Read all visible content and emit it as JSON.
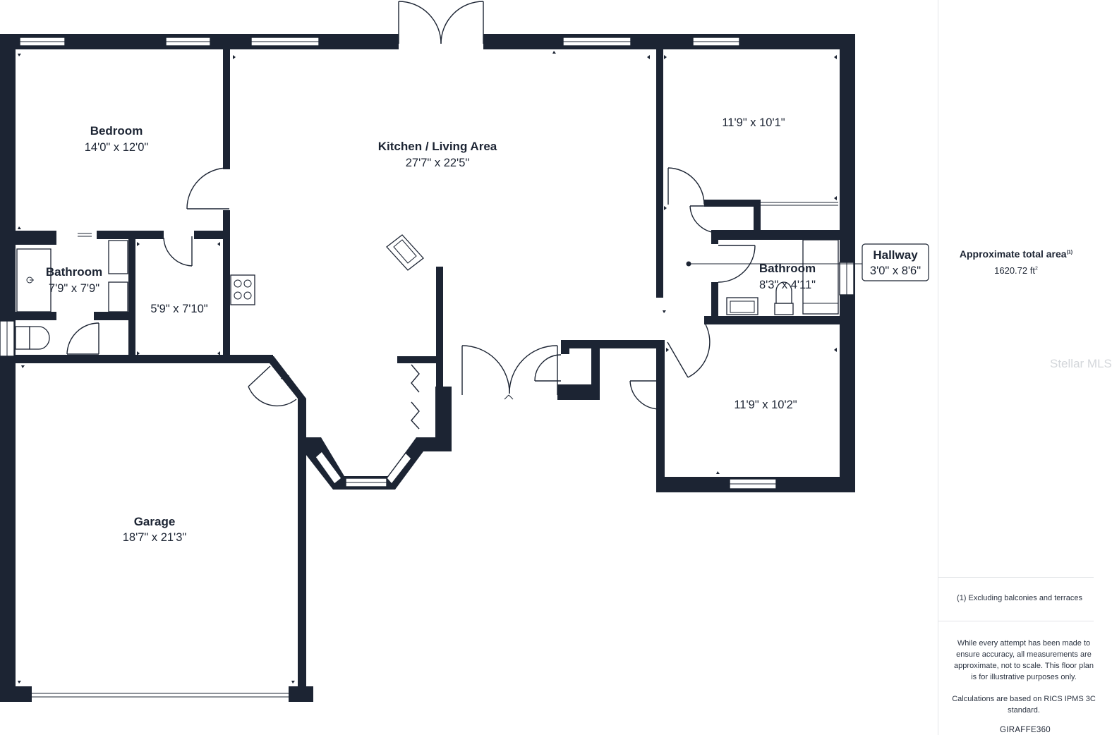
{
  "rooms": {
    "bedroom": {
      "name": "Bedroom",
      "dims": "14'0\" x 12'0\""
    },
    "kitchen": {
      "name": "Kitchen / Living Area",
      "dims": "27'7\" x 22'5\""
    },
    "bedroom_ne": {
      "dims": "11'9\" x 10'1\""
    },
    "bathroom_w": {
      "name": "Bathroom",
      "dims": "7'9\" x 7'9\""
    },
    "closet": {
      "dims": "5'9\" x 7'10\""
    },
    "bathroom_e": {
      "name": "Bathroom",
      "dims": "8'3\" x 4'11\""
    },
    "hallway": {
      "name": "Hallway",
      "dims": "3'0\" x 8'6\""
    },
    "bedroom_se": {
      "dims": "11'9\" x 10'2\""
    },
    "garage": {
      "name": "Garage",
      "dims": "18'7\" x 21'3\""
    }
  },
  "sidebar": {
    "area_label": "Approximate total area",
    "area_note_marker": "(1)",
    "area_value": "1620.72 ft",
    "area_unit_sup": "2",
    "footnote": "(1) Excluding balconies and terraces",
    "disclaimer": "While every attempt has been made to ensure accuracy, all measurements are approximate, not to scale. This floor plan is for illustrative purposes only.",
    "calc_note": "Calculations are based on RICS IPMS 3C standard.",
    "brand": "GIRAFFE360",
    "watermark": "Stellar MLS"
  },
  "colors": {
    "wall": "#1c2433",
    "background": "#ffffff",
    "divider": "#e3e5e8"
  }
}
